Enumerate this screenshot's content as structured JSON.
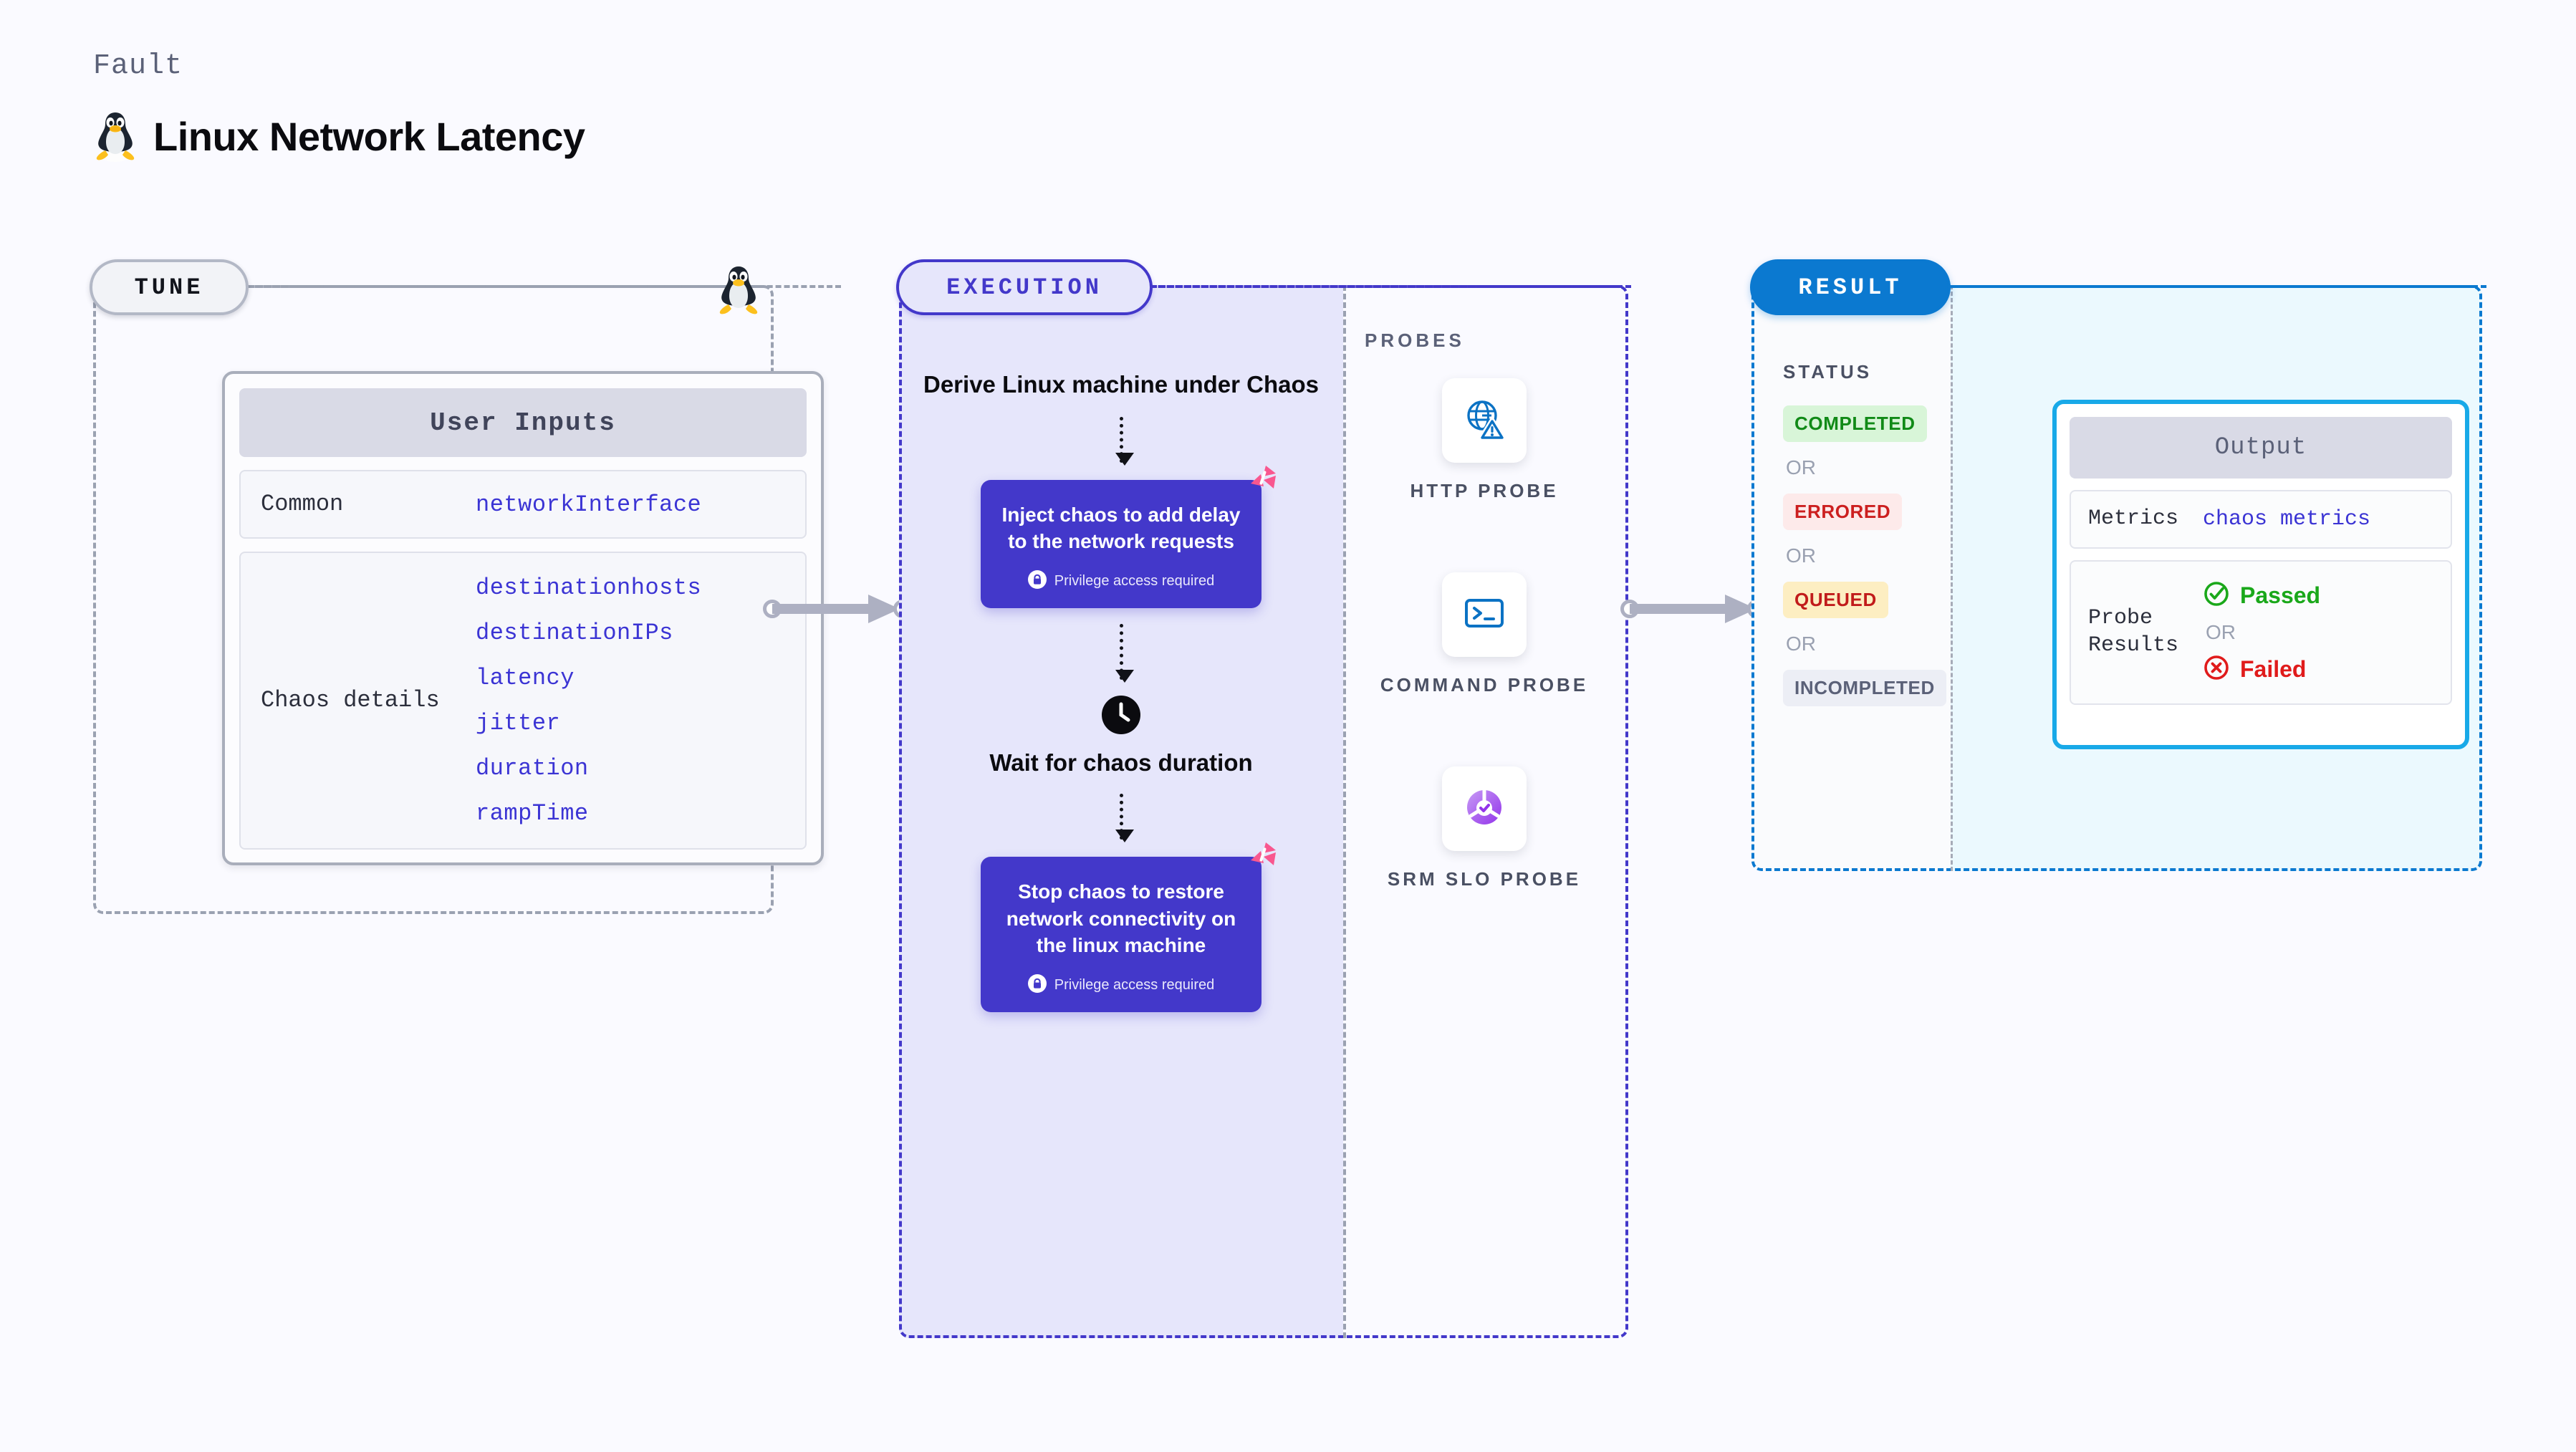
{
  "header": {
    "fault_label": "Fault",
    "title": "Linux Network Latency",
    "icon": "tux-penguin-icon"
  },
  "tune": {
    "pill_label": "TUNE",
    "card_title": "User Inputs",
    "groups": [
      {
        "label": "Common",
        "values": [
          "networkInterface"
        ]
      },
      {
        "label": "Chaos details",
        "values": [
          "destinationhosts",
          "destinationIPs",
          "latency",
          "jitter",
          "duration",
          "rampTime"
        ]
      }
    ]
  },
  "execution": {
    "pill_label": "EXECUTION",
    "step1_title": "Derive Linux machine under Chaos",
    "step2_text": "Inject chaos to add delay to the network requests",
    "step2_privilege": "Privilege access required",
    "step3_title": "Wait for chaos duration",
    "step4_text": "Stop chaos to restore network connectivity on the linux machine",
    "step4_privilege": "Privilege access required"
  },
  "probes": {
    "label": "PROBES",
    "items": [
      {
        "name": "HTTP PROBE",
        "icon": "globe-warning-icon"
      },
      {
        "name": "COMMAND PROBE",
        "icon": "terminal-icon"
      },
      {
        "name": "SRM SLO PROBE",
        "icon": "slo-donut-check-icon"
      }
    ]
  },
  "result": {
    "pill_label": "RESULT",
    "status_label": "STATUS",
    "or_text": "OR",
    "statuses": [
      {
        "text": "COMPLETED",
        "color": "#118a17",
        "bg": "#d8f5d8"
      },
      {
        "text": "ERRORED",
        "color": "#cc1f1f",
        "bg": "#fdeaea"
      },
      {
        "text": "QUEUED",
        "color": "#c11b1b",
        "bg": "#fdeec2"
      },
      {
        "text": "INCOMPLETED",
        "color": "#5b6178",
        "bg": "#eceef5"
      }
    ],
    "output": {
      "title": "Output",
      "metrics_label": "Metrics",
      "metrics_value": "chaos metrics",
      "probe_results_label": "Probe Results",
      "passed_text": "Passed",
      "failed_text": "Failed",
      "or_text": "OR"
    }
  },
  "colors": {
    "accent_indigo": "#4338ca",
    "accent_blue": "#0b79d0",
    "accent_cyan": "#18a9e8",
    "chaos_pink": "#f9578f",
    "pass_green": "#1aa81a",
    "fail_red": "#e01b1b"
  }
}
